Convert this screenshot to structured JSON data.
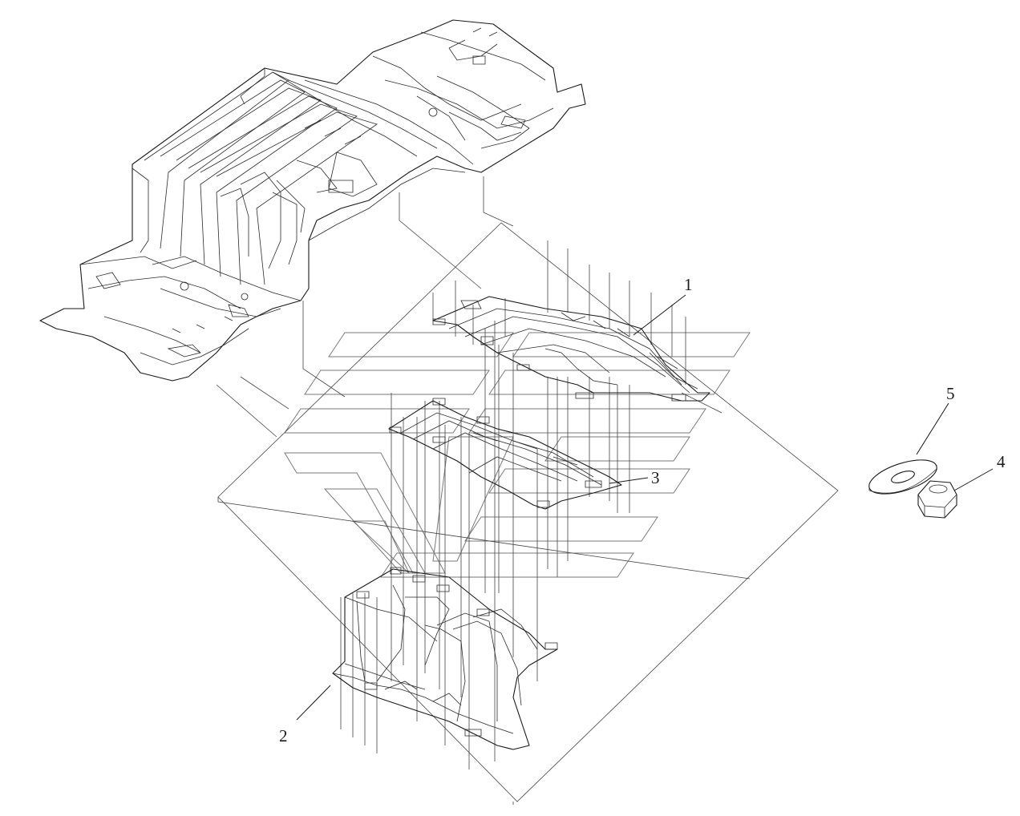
{
  "callouts": [
    {
      "id": "part-1",
      "label": "1"
    },
    {
      "id": "part-2",
      "label": "2"
    },
    {
      "id": "part-3",
      "label": "3"
    },
    {
      "id": "part-4",
      "label": "4"
    },
    {
      "id": "part-5",
      "label": "5"
    }
  ],
  "colors": {
    "line": "#1a1a1a",
    "watermark": "#7a7a7a",
    "background": "#ffffff"
  }
}
